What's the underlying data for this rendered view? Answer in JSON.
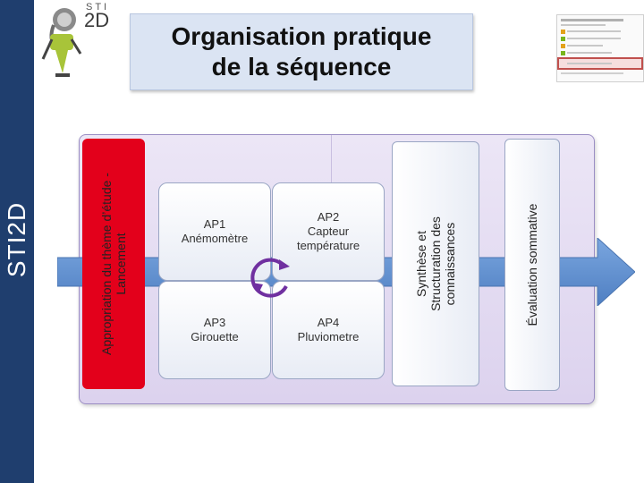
{
  "sidebar": {
    "label": "STI2D"
  },
  "logo": {
    "sti": "STI",
    "two_d": "2D"
  },
  "header": {
    "title_line1": "Organisation pratique",
    "title_line2": "de la séquence"
  },
  "diagram": {
    "start_block": "Appropriation du thème d’étude -\nLancement",
    "activities": [
      {
        "label": "AP1\nAnémomètre"
      },
      {
        "label": "AP2\nCapteur\ntempérature"
      },
      {
        "label": "AP3\nGirouette"
      },
      {
        "label": "AP4\nPluviometre"
      }
    ],
    "synthesis_block": "Synthèse et\nStructuration des\nconnaissances",
    "evaluation_block": "Évaluation sommative"
  },
  "colors": {
    "sidebar": "#1f3e6e",
    "start_block": "#e3001b",
    "panel": "#e4dcf2",
    "arrow": "#5b8ccf"
  }
}
